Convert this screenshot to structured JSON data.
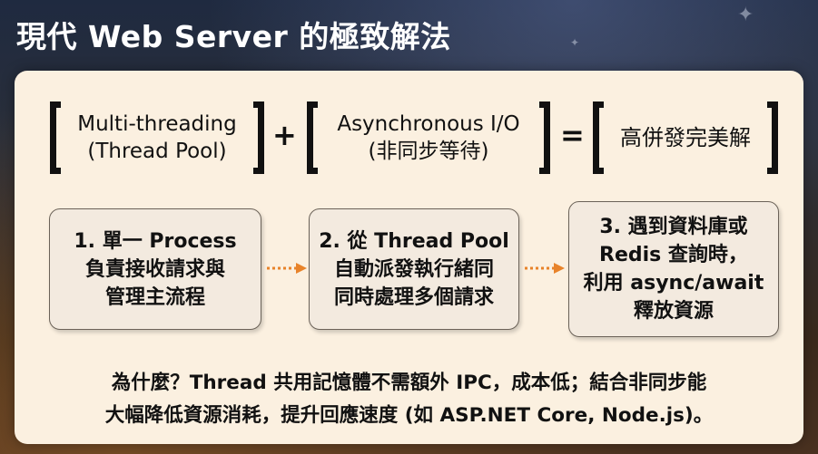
{
  "title": "現代 Web Server 的極致解法",
  "equation": {
    "term1_line1": "Multi-threading",
    "term1_line2": "(Thread Pool)",
    "plus": "+",
    "term2_line1": "Asynchronous I/O",
    "term2_line2": "(非同步等待)",
    "equals": "=",
    "term3": "高併發完美解"
  },
  "steps": [
    {
      "text": "1. 單一 Process\n負責接收請求與\n管理主流程"
    },
    {
      "text": "2. 從 Thread Pool\n自動派發執行緒同\n同時處理多個請求"
    },
    {
      "text": "3. 遇到資料庫或\nRedis 查詢時，\n利用 async/await\n釋放資源"
    }
  ],
  "footer_line1": "為什麼？Thread 共用記憶體不需額外 IPC，成本低；結合非同步能",
  "footer_line2": "大幅降低資源消耗，提升回應速度 (如 ASP.NET Core, Node.js)。",
  "colors": {
    "panel": "#fbf0e0",
    "arrow": "#e8832a",
    "text": "#111111",
    "title": "#ffffff"
  }
}
